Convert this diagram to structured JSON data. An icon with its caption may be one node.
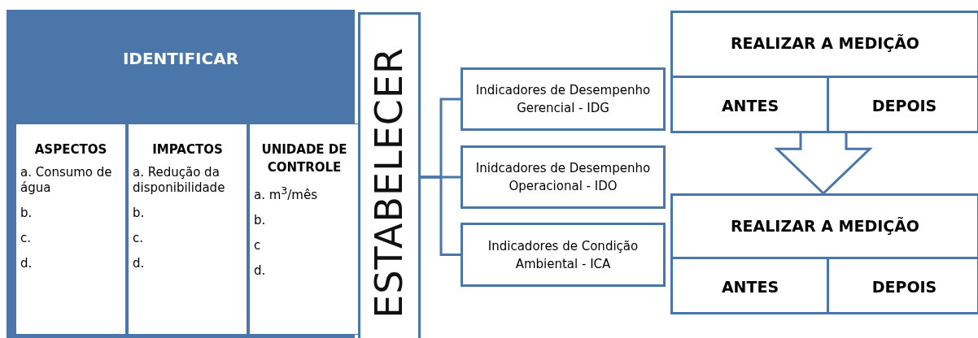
{
  "diagram": {
    "nodes": [
      {
        "text": [
          "IDENTIFICAR"
        ]
      },
      {
        "text": [
          "ASPECTOS",
          "a. Consumo de água",
          "b.",
          "c.",
          "d."
        ],
        "in": 0
      },
      {
        "text": [
          "IMPACTOS",
          "a. Redução da disponibilidade",
          "b.",
          "c.",
          "d."
        ],
        "in": 0
      },
      {
        "text": [
          "UNIDADE DE CONTROLE",
          "a. m$^{3}$/mês",
          "b.",
          "c",
          "d."
        ],
        "in": 0
      },
      {
        "text": [
          "ESTABELECER"
        ]
      },
      {
        "text": [
          "Indicadores de Desempenho Gerencial - IDG"
        ]
      },
      {
        "text": [
          "Inidcadores de Desempenho Operacional - IDO"
        ]
      },
      {
        "text": [
          "Indicadores de Condição Ambiental - ICA"
        ]
      },
      {
        "text": [
          "REALIZAR A MEDIÇÃO"
        ]
      },
      {
        "text": [
          "ANTES"
        ],
        "in": 8
      },
      {
        "text": [
          "DEPOIS"
        ],
        "in": 8
      },
      {
        "text": [
          "REALIZAR A MEDIÇÃO"
        ]
      },
      {
        "text": [
          "ANTES"
        ],
        "in": 11
      },
      {
        "text": [
          "DEPOIS"
        ],
        "in": 11
      }
    ],
    "edges": [
      {
        "from": 4,
        "to": 5,
        "arrow": "none"
      },
      {
        "from": 4,
        "to": 6,
        "arrow": "none"
      },
      {
        "from": 4,
        "to": 7,
        "arrow": "none"
      },
      {
        "from": 8,
        "to": 11,
        "arrow": "to",
        "style": "thick"
      }
    ]
  }
}
